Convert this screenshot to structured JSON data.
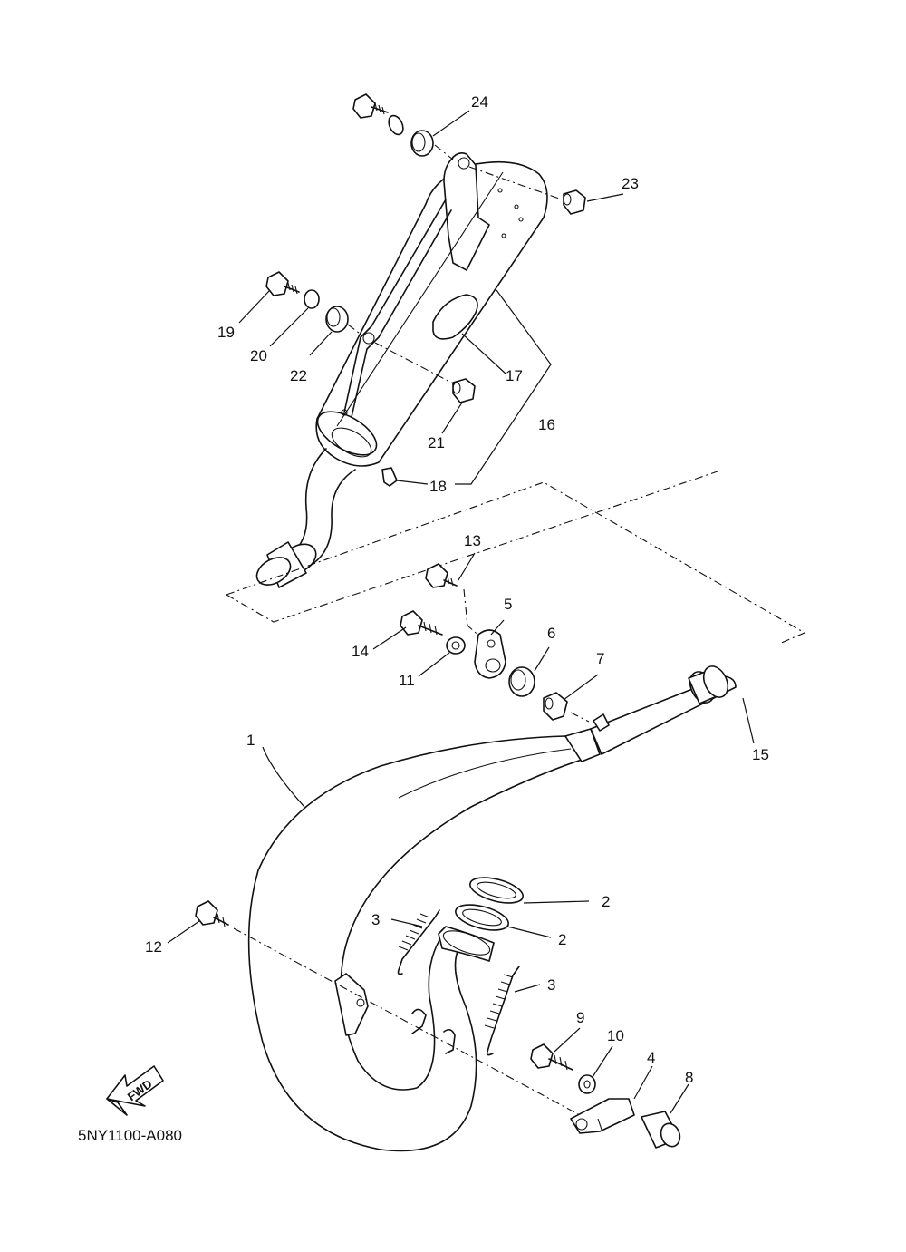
{
  "callouts": {
    "c1": "1",
    "c2a": "2",
    "c2b": "2",
    "c3a": "3",
    "c3b": "3",
    "c4": "4",
    "c5": "5",
    "c6": "6",
    "c7": "7",
    "c8": "8",
    "c9": "9",
    "c10": "10",
    "c11": "11",
    "c12": "12",
    "c13": "13",
    "c14": "14",
    "c15": "15",
    "c16": "16",
    "c17": "17",
    "c18": "18",
    "c19": "19",
    "c20": "20",
    "c21": "21",
    "c22": "22",
    "c23": "23",
    "c24": "24"
  },
  "fwd_label": "FWD",
  "diagram_code": "5NY1100-A080"
}
